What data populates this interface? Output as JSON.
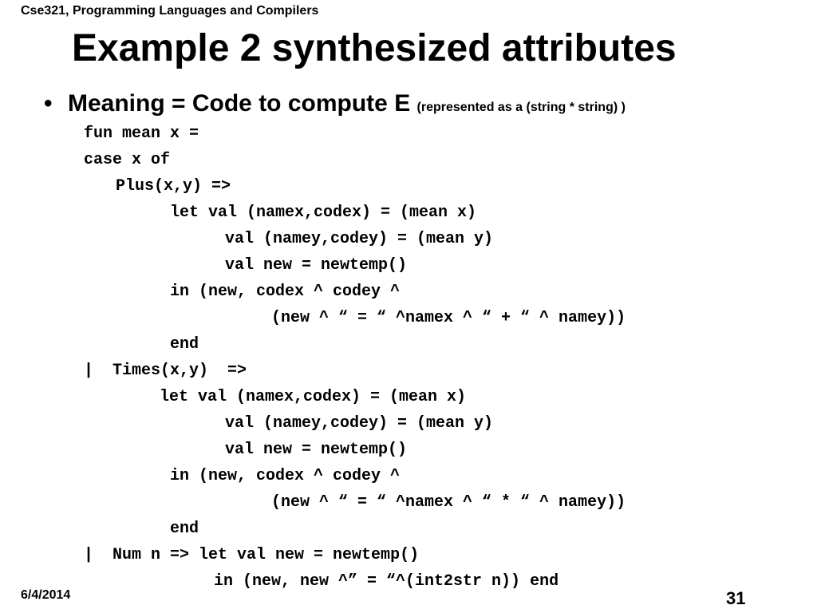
{
  "header": {
    "course": "Cse321, Programming Languages and Compilers"
  },
  "slide": {
    "title": "Example 2 synthesized attributes",
    "bullet": {
      "symbol": "•",
      "main": "Meaning =  Code to compute E ",
      "note": "(represented as a (string * string) )"
    },
    "code_lines": [
      "fun mean x =",
      "case x of",
      "Plus(x,y) =>",
      "let val (namex,codex) = (mean x)",
      "val (namey,codey) = (mean y)",
      "val new = newtemp()",
      "in (new, codex ^ codey ^",
      "(new ^ “ = “ ^namex ^ “ + “ ^ namey))",
      "end",
      "|  Times(x,y)  =>",
      "let val (namex,codex) = (mean x)",
      "val (namey,codey) = (mean y)",
      "val new = newtemp()",
      "in (new, codex ^ codey ^",
      "(new ^ “ = “ ^namex ^ “ * “ ^ namey))",
      "end",
      "|  Num n => let val new = newtemp()",
      "in (new, new ^” = “^(int2str n)) end"
    ]
  },
  "footer": {
    "date": "6/4/2014",
    "page_number": "31"
  }
}
